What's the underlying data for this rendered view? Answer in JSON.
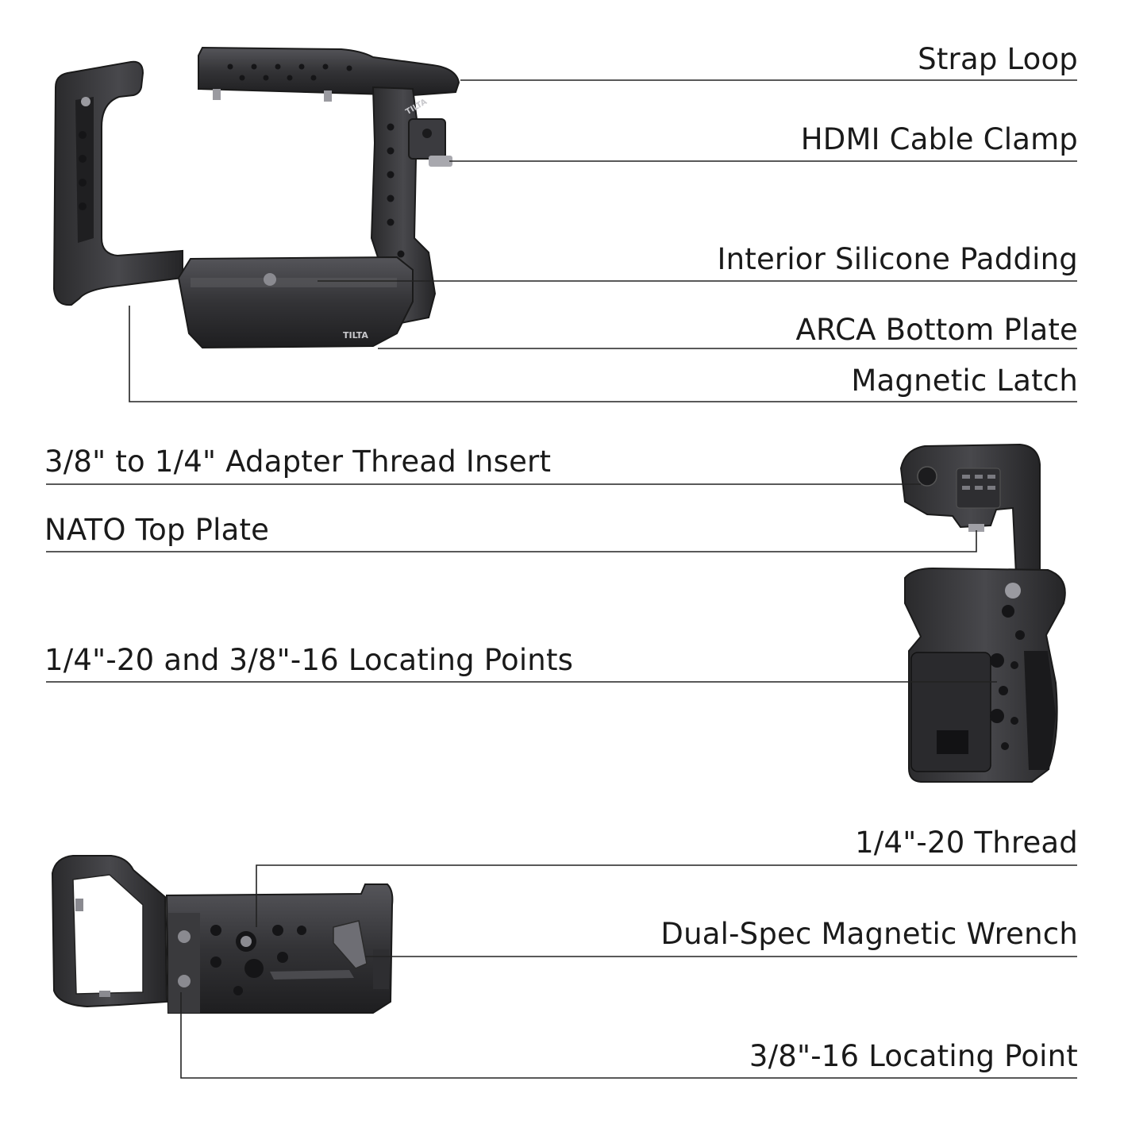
{
  "callouts_top": [
    {
      "id": "strap-loop",
      "text": "Strap Loop"
    },
    {
      "id": "hdmi-cable-clamp",
      "text": "HDMI Cable Clamp"
    },
    {
      "id": "interior-silicone-padding",
      "text": "Interior Silicone Padding"
    },
    {
      "id": "arca-bottom-plate",
      "text": "ARCA Bottom Plate"
    },
    {
      "id": "magnetic-latch",
      "text": "Magnetic Latch"
    }
  ],
  "callouts_middle": [
    {
      "id": "adapter-thread-insert",
      "text": "3/8\" to 1/4\" Adapter Thread Insert"
    },
    {
      "id": "nato-top-plate",
      "text": "NATO Top Plate"
    },
    {
      "id": "locating-points",
      "text": "1/4\"-20 and 3/8\"-16 Locating Points"
    }
  ],
  "callouts_bottom": [
    {
      "id": "quarter-20-thread",
      "text": "1/4\"-20 Thread"
    },
    {
      "id": "magnetic-wrench",
      "text": "Dual-Spec Magnetic Wrench"
    },
    {
      "id": "locating-point",
      "text": "3/8\"-16 Locating Point"
    }
  ],
  "brand_marks": {
    "logo_text": "TILTA"
  },
  "colors": {
    "line": "#222222",
    "metal_dark": "#2b2b2d",
    "metal_mid": "#3d3d40",
    "metal_light": "#5a5a5e",
    "highlight": "#8a8a8f",
    "background": "#ffffff"
  }
}
